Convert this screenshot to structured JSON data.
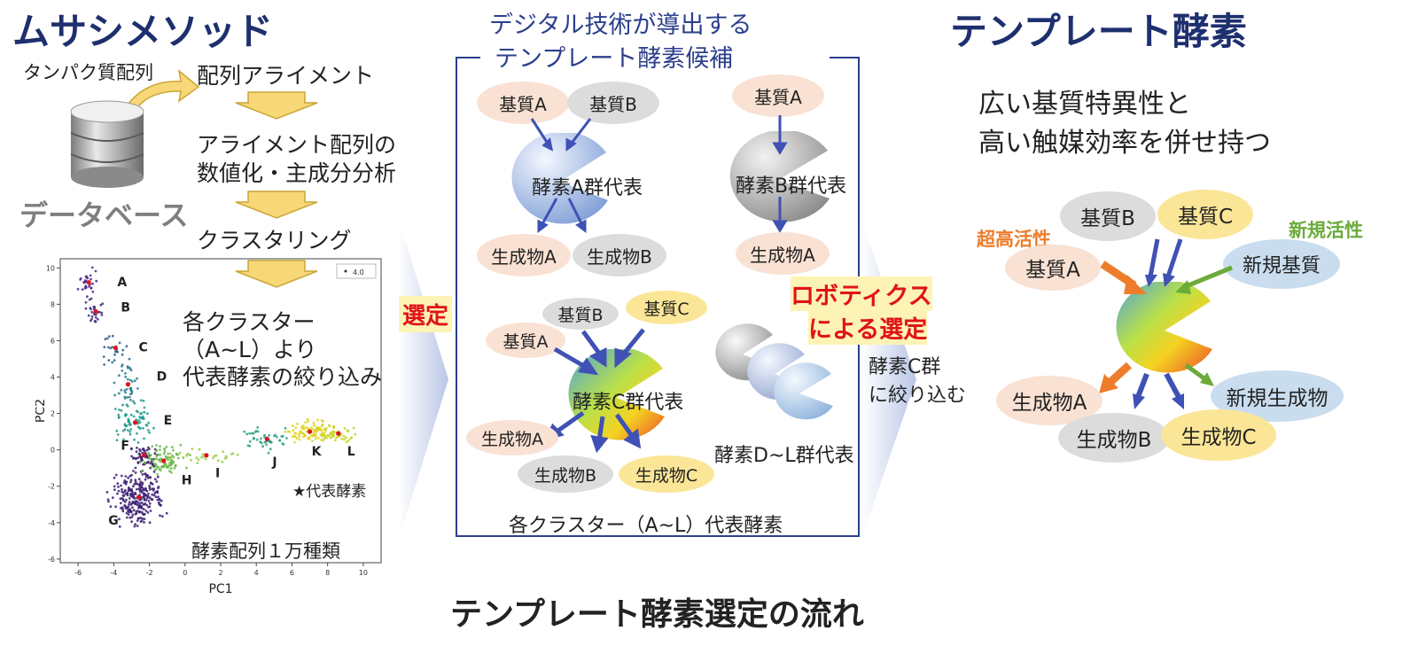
{
  "left": {
    "title": "ムサシメソッド",
    "db_input": "タンパク質配列",
    "db_label": "データベース",
    "step1": "配列アライメント",
    "step2_line1": "アライメント配列の",
    "step2_line2": "数値化・主成分分析",
    "step3": "クラスタリング",
    "step4_line1": "各クラスター",
    "step4_line2": "（A~L）より",
    "step4_line3": "代表酵素の絞り込み",
    "plot_caption": "酵素配列１万種類",
    "legend_star": "★代表酵素",
    "legend_box": "4.0"
  },
  "chart_data": {
    "type": "scatter",
    "xlabel": "PC1",
    "ylabel": "PC2",
    "xlim": [
      -7,
      11
    ],
    "ylim": [
      -6.2,
      10.5
    ],
    "xticks": [
      -6,
      -4,
      -2,
      0,
      2,
      4,
      6,
      8,
      10
    ],
    "yticks": [
      -6,
      -4,
      -2,
      0,
      2,
      4,
      6,
      8,
      10
    ],
    "clusters": [
      {
        "name": "A",
        "center": [
          -5.4,
          9.2
        ],
        "color": "#4b2a8a",
        "label_at": [
          -3.8,
          9.0
        ]
      },
      {
        "name": "B",
        "center": [
          -5.0,
          7.6
        ],
        "color": "#45307f",
        "label_at": [
          -3.6,
          7.6
        ]
      },
      {
        "name": "C",
        "center": [
          -3.9,
          5.6
        ],
        "color": "#2d5e8e",
        "label_at": [
          -2.6,
          5.4
        ]
      },
      {
        "name": "D",
        "center": [
          -3.2,
          3.6
        ],
        "color": "#2a7a8c",
        "label_at": [
          -1.6,
          3.8
        ]
      },
      {
        "name": "E",
        "center": [
          -2.8,
          1.5
        ],
        "color": "#1f9a8a",
        "label_at": [
          -1.2,
          1.4
        ]
      },
      {
        "name": "F",
        "center": [
          -2.3,
          -0.3
        ],
        "color": "#3d1d6e",
        "label_at": [
          -3.6,
          0.0
        ]
      },
      {
        "name": "G",
        "center": [
          -2.6,
          -2.6
        ],
        "color": "#3b1f73",
        "label_at": [
          -4.3,
          -4.1
        ]
      },
      {
        "name": "H",
        "center": [
          -1.2,
          -0.6
        ],
        "color": "#6ab94a",
        "label_at": [
          -0.2,
          -1.9
        ]
      },
      {
        "name": "I",
        "center": [
          1.2,
          -0.3
        ],
        "color": "#9acd3c",
        "label_at": [
          1.7,
          -1.5
        ]
      },
      {
        "name": "J",
        "center": [
          4.6,
          0.6
        ],
        "color": "#2aa07f",
        "label_at": [
          4.9,
          -0.9
        ]
      },
      {
        "name": "K",
        "center": [
          7.0,
          1.0
        ],
        "color": "#e0d21a",
        "label_at": [
          7.1,
          -0.3
        ]
      },
      {
        "name": "L",
        "center": [
          8.6,
          0.9
        ],
        "color": "#c8d41c",
        "label_at": [
          9.1,
          -0.3
        ]
      }
    ]
  },
  "middle": {
    "title_line1": "デジタル技術が導出する",
    "title_line2": "テンプレート酵素候補",
    "arrow1_label": "選定",
    "groupA": {
      "sub1": "基質A",
      "sub2": "基質B",
      "enzyme": "酵素A群代表",
      "prod1": "生成物A",
      "prod2": "生成物B"
    },
    "groupB": {
      "sub1": "基質A",
      "enzyme": "酵素B群代表",
      "prod1": "生成物A"
    },
    "groupC": {
      "sub1": "基質B",
      "sub2": "基質C",
      "sub3": "基質A",
      "enzyme": "酵素C群代表",
      "prod1": "生成物A",
      "prod2": "生成物B",
      "prod3": "生成物C"
    },
    "groupDL": {
      "enzyme": "酵素D~L群代表"
    },
    "bottom": "各クラスター（A~L）代表酵素"
  },
  "robot": {
    "line1": "ロボティクス",
    "line2": "による選定",
    "narrow1": "酵素C群",
    "narrow2": "に絞り込む"
  },
  "right": {
    "title": "テンプレート酵素",
    "desc1": "広い基質特異性と",
    "desc2": "高い触媒効率を併せ持つ",
    "high_activity": "超高活性",
    "new_activity": "新規活性",
    "subB": "基質B",
    "subC": "基質C",
    "subA": "基質A",
    "subNew": "新規基質",
    "prodA": "生成物A",
    "prodNew": "新規生成物",
    "prodB": "生成物B",
    "prodC": "生成物C"
  },
  "footer": "テンプレート酵素選定の流れ",
  "colors": {
    "title_navy": "#1e2f6e",
    "arrow_blue": "#3f51b5",
    "orange": "#ee7d2b",
    "green": "#6aab3a",
    "red": "#e0131a"
  }
}
